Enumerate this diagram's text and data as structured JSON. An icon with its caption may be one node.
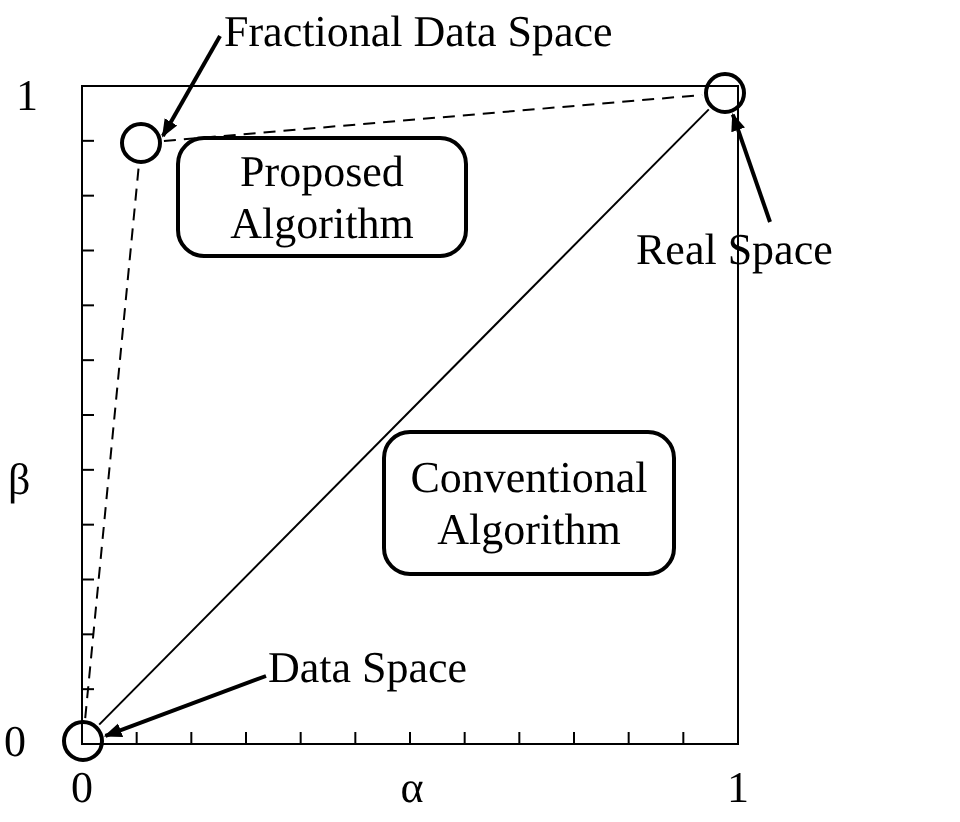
{
  "diagram": {
    "nodes": [
      {
        "text": [
          "Fractional Data Space"
        ]
      },
      {
        "text": [],
        "shape": "circle"
      },
      {
        "text": [],
        "shape": "circle"
      },
      {
        "text": [
          "Real Space"
        ]
      },
      {
        "text": [
          "Proposed Algorithm"
        ]
      },
      {
        "text": [
          "Conventional Algorithm"
        ]
      },
      {
        "text": [],
        "shape": "circle"
      },
      {
        "text": [
          "Data Space"
        ]
      }
    ],
    "edges": [
      {
        "from": 0,
        "to": 1,
        "arrow": "to"
      },
      {
        "from": 3,
        "to": 2,
        "arrow": "to"
      },
      {
        "from": 7,
        "to": 6,
        "arrow": "to"
      },
      {
        "from": 6,
        "to": 1,
        "arrow": "none",
        "style": "dashed"
      },
      {
        "from": 1,
        "to": 2,
        "arrow": "none",
        "style": "dashed"
      },
      {
        "from": 6,
        "to": 2,
        "arrow": "none"
      }
    ],
    "labels": [
      "1",
      "β",
      "0",
      "0",
      "α",
      "1"
    ]
  }
}
